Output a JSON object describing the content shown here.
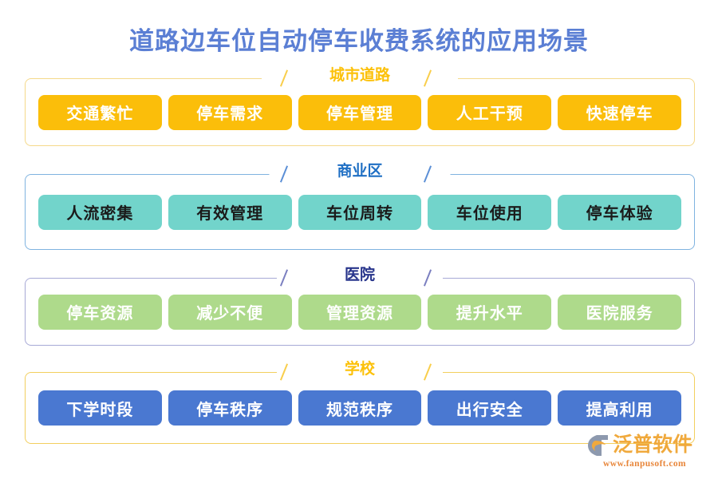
{
  "page": {
    "title": "道路边车位自动停车收费系统的应用场景",
    "title_color": "#5b7fd4",
    "background": "#ffffff"
  },
  "sections": [
    {
      "id": "city-road",
      "title": "城市道路",
      "title_color": "#fcc10a",
      "frame_color": "#f5d98a",
      "pill_color": "#fbbe0a",
      "pill_text_color": "#ffffff",
      "items": [
        "交通繁忙",
        "停车需求",
        "停车管理",
        "人工干预",
        "快速停车"
      ]
    },
    {
      "id": "commercial-district",
      "title": "商业区",
      "title_color": "#1f6fc4",
      "frame_color": "#7fb3e0",
      "pill_color": "#72d4cb",
      "pill_text_color": "#1b1b1b",
      "items": [
        "人流密集",
        "有效管理",
        "车位周转",
        "车位使用",
        "停车体验"
      ]
    },
    {
      "id": "hospital",
      "title": "医院",
      "title_color": "#27348b",
      "frame_color": "#a7a9d6",
      "pill_color": "#aeda8b",
      "pill_text_color": "#ffffff",
      "items": [
        "停车资源",
        "减少不便",
        "管理资源",
        "提升水平",
        "医院服务"
      ]
    },
    {
      "id": "school",
      "title": "学校",
      "title_color": "#fcc10a",
      "frame_color": "#f2cf5e",
      "pill_color": "#4a78d1",
      "pill_text_color": "#ffffff",
      "items": [
        "下学时段",
        "停车秩序",
        "规范秩序",
        "出行安全",
        "提高利用"
      ]
    }
  ],
  "logo": {
    "name": "泛普软件",
    "url": "www.fanpusoft.com",
    "name_color": "#f0a93c",
    "url_color": "#e8863a"
  }
}
